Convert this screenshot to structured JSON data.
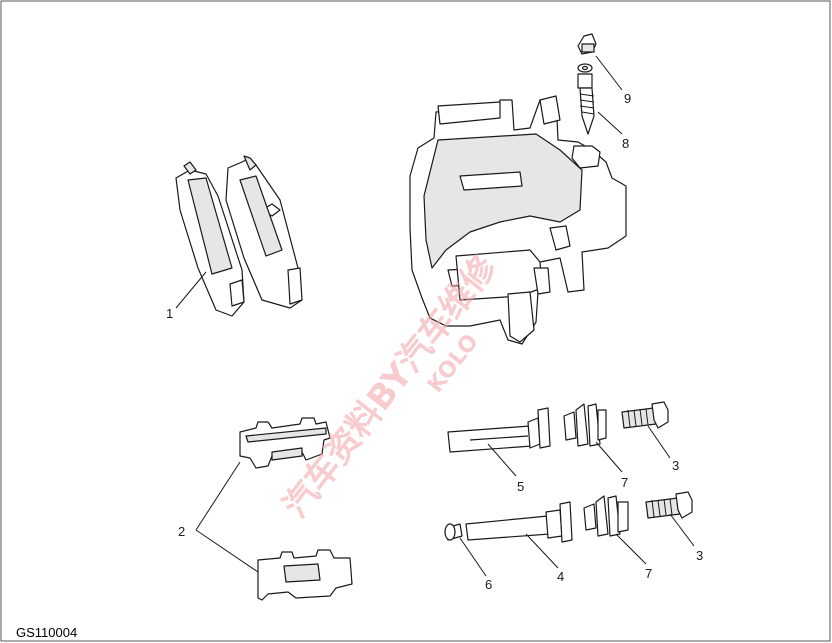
{
  "figure_code": "GS110004",
  "callouts": [
    "1",
    "2",
    "3",
    "3",
    "4",
    "5",
    "6",
    "7",
    "7",
    "8",
    "9"
  ],
  "watermark": {
    "line1": "汽车资料BY汽车维修",
    "line2": "KOLO",
    "color": "#f2a3a8"
  }
}
